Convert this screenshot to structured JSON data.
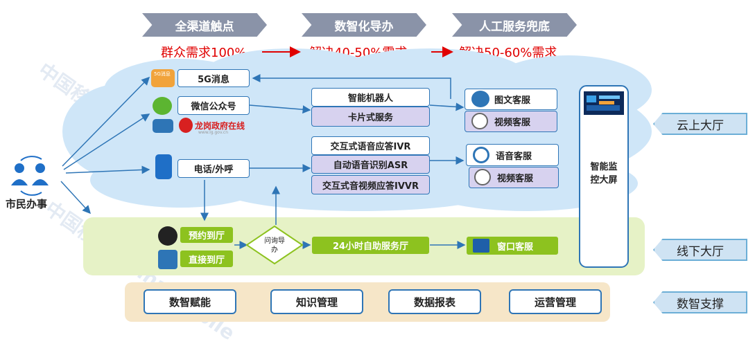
{
  "headers": [
    "全渠道触点",
    "数智化导办",
    "人工服务兜底"
  ],
  "stats": {
    "s1": "群众需求100%",
    "s2": "解决40-50%需求",
    "s3": "解决50-60%需求"
  },
  "citizen_label": "市民办事",
  "channels": {
    "c5g": "5G消息",
    "wechat": "微信公众号",
    "gov_logo": "龙岗政府在线",
    "gov_url": "www.lg.gov.cn",
    "phone": "电话/外呼"
  },
  "smart": {
    "robot": "智能机器人",
    "card": "卡片式服务",
    "ivr": "交互式语音应答IVR",
    "asr": "自动语音识别ASR",
    "ivvr": "交互式音视频应答IVVR"
  },
  "agents": {
    "text": "图文客服",
    "video1": "视频客服",
    "voice": "语音客服",
    "video2": "视频客服"
  },
  "screen_label": "智能监控大屏",
  "offline": {
    "appoint": "预约到厅",
    "direct": "直接到厅",
    "inquiry": "问询导办",
    "self": "24小时自助服务厅",
    "window": "窗口客服"
  },
  "support": [
    "数智赋能",
    "知识管理",
    "数据报表",
    "运营管理"
  ],
  "side_tags": {
    "cloud": "云上大厅",
    "offline": "线下大厅",
    "support": "数智支撑"
  },
  "watermark": "中国移动 China Mobile",
  "colors": {
    "header": "#8a93a8",
    "red": "#e00000",
    "blue": "#2e75b6",
    "cloud": "#cfe6f8",
    "green": "#8dc21f",
    "purple": "#d7d2ef",
    "support_bg": "#f6e6c8"
  }
}
